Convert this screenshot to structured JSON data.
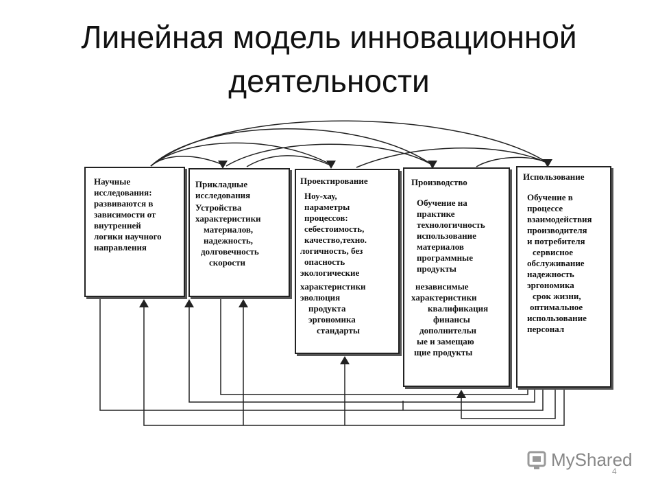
{
  "slide": {
    "title_line1": "Линейная модель инновационной",
    "title_line2": "деятельности",
    "page_number": "4",
    "watermark": "MyShared"
  },
  "boxes": [
    {
      "id": "basic-research",
      "lines": [
        "Научные",
        "исследования:",
        "развиваются в",
        "зависимости от",
        "внутренней",
        "логики научного",
        "направления"
      ]
    },
    {
      "id": "applied-research",
      "lines": [
        "Прикладные",
        "исследования",
        "Устройства",
        "характеристики",
        "материалов,",
        "надежность,",
        "долговечность",
        "скорости"
      ]
    },
    {
      "id": "design",
      "lines": [
        "Проектирование",
        "Ноу-хау,",
        "параметры",
        "процессов:",
        "себестоимость,",
        "качество,техно.",
        "логичность, без",
        "опасность",
        "экологические",
        "характеристики",
        "эволюция",
        "продукта",
        "эргономика",
        "стандарты"
      ]
    },
    {
      "id": "production",
      "lines": [
        "Производство",
        "Обучение на",
        "практике",
        "технологичность",
        "использование",
        "материалов",
        "программные",
        "продукты",
        "независимые",
        "характеристики",
        "квалификация",
        "финансы",
        "дополнительн",
        "ые и замещаю",
        "щие продукты"
      ]
    },
    {
      "id": "usage",
      "lines": [
        "Использование",
        "Обучение в",
        "процессе",
        "взаимодействия",
        "производителя",
        "и потребителя",
        "сервисное",
        "обслуживание",
        "надежность",
        "эргономика",
        "срок жизни,",
        "оптимальное",
        "использование",
        "персонал"
      ]
    }
  ],
  "colors": {
    "line": "#222222",
    "text": "#111111",
    "watermark": "#888888"
  }
}
